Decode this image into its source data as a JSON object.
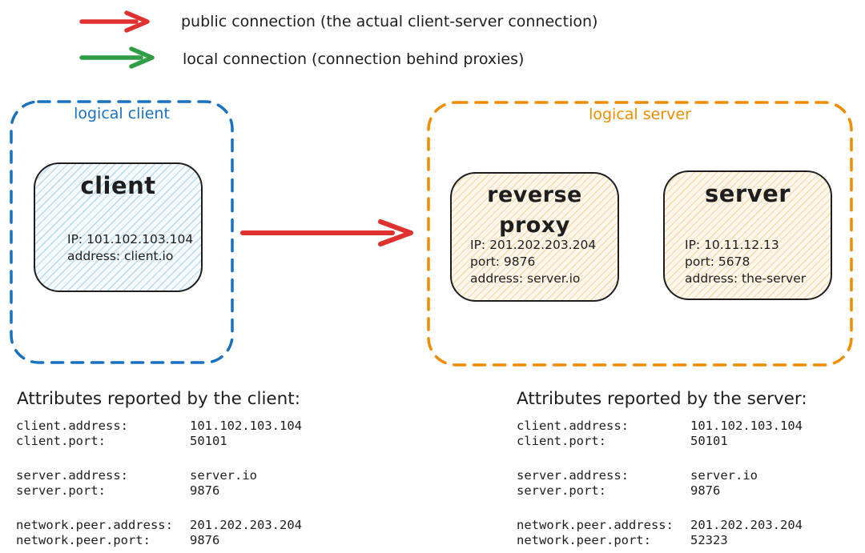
{
  "colors": {
    "public_connection": "#e03131",
    "local_connection": "#2f9e44",
    "logical_client_border": "#1971c2",
    "logical_server_border": "#f08c00",
    "node_border": "#1e1e1e",
    "text": "#1e1e1e"
  },
  "legend": {
    "public": {
      "label": "public connection (the actual client-server connection)"
    },
    "local": {
      "label": "local connection (connection behind proxies)"
    }
  },
  "logical_client": {
    "label": "logical client",
    "client_node": {
      "title": "client",
      "lines": [
        "IP: 101.102.103.104",
        "address: client.io"
      ]
    }
  },
  "logical_server": {
    "label": "logical server",
    "reverse_proxy_node": {
      "title": "reverse proxy",
      "title_lines": [
        "reverse",
        "proxy"
      ],
      "lines": [
        "IP: 201.202.203.204",
        "port: 9876",
        "address: server.io"
      ]
    },
    "server_node": {
      "title": "server",
      "lines": [
        "IP: 10.11.12.13",
        "port: 5678",
        "address: the-server"
      ]
    }
  },
  "client_attributes": {
    "heading": "Attributes reported by the client:",
    "rows": [
      {
        "key": "client.address:",
        "value": "101.102.103.104"
      },
      {
        "key": "client.port:",
        "value": "50101"
      },
      {
        "key": "server.address:",
        "value": "server.io"
      },
      {
        "key": "server.port:",
        "value": "9876"
      },
      {
        "key": "network.peer.address:",
        "value": "201.202.203.204"
      },
      {
        "key": "network.peer.port:",
        "value": "9876"
      }
    ]
  },
  "server_attributes": {
    "heading": "Attributes reported by the server:",
    "rows": [
      {
        "key": "client.address:",
        "value": "101.102.103.104"
      },
      {
        "key": "client.port:",
        "value": "50101"
      },
      {
        "key": "server.address:",
        "value": "server.io"
      },
      {
        "key": "server.port:",
        "value": "9876"
      },
      {
        "key": "network.peer.address:",
        "value": "201.202.203.204"
      },
      {
        "key": "network.peer.port:",
        "value": "52323"
      }
    ]
  }
}
